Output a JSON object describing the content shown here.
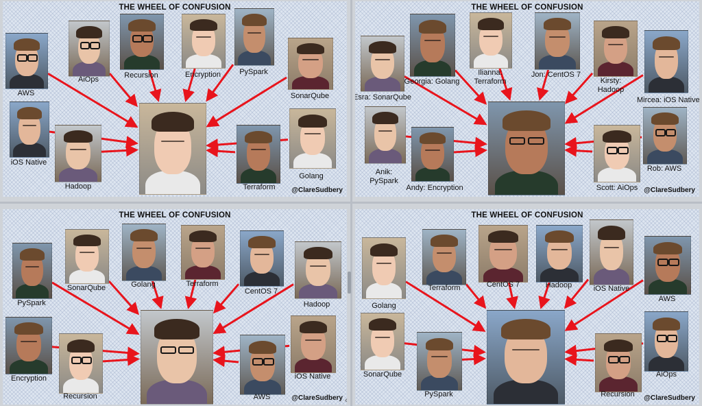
{
  "colors": {
    "arrow": "#e8141c",
    "skin_tones": [
      "#e3b79a",
      "#d4a085",
      "#c48e6d",
      "#f0cbb3",
      "#b67a5a",
      "#e9c4a8"
    ],
    "hair_tones": [
      "#2a1d16",
      "#6b4a2e",
      "#b48a52",
      "#d9c39a",
      "#3b2a1f",
      "#8a6a4a"
    ]
  },
  "panels": [
    {
      "title": "THE WHEEL OF CONFUSION",
      "credit": "@ClareSudbery",
      "people": [
        {
          "label": "AWS"
        },
        {
          "label": "AiOps"
        },
        {
          "label": "Recursion"
        },
        {
          "label": "Encryption"
        },
        {
          "label": "PySpark"
        },
        {
          "label": "SonarQube"
        },
        {
          "label": "iOS Native"
        },
        {
          "label": "Hadoop"
        },
        {
          "label": "Terraform"
        },
        {
          "label": "Golang"
        }
      ]
    },
    {
      "title": "THE WHEEL OF CONFUSION",
      "credit": "@ClareSudbery",
      "people": [
        {
          "label": "Esra: SonarQube"
        },
        {
          "label": "Georgia: Golang"
        },
        {
          "label": "Ilianna: Terraform"
        },
        {
          "label": "Jon: CentOS 7"
        },
        {
          "label": "Kirsty: Hadoop"
        },
        {
          "label": "Mircea: iOS Native"
        },
        {
          "label": "Anik: PySpark"
        },
        {
          "label": "Andy: Encryption"
        },
        {
          "label": "Scott: AiOps"
        },
        {
          "label": "Rob: AWS"
        }
      ]
    },
    {
      "title": "THE WHEEL OF CONFUSION",
      "credit": "@ClareSudbery",
      "people": [
        {
          "label": "PySpark"
        },
        {
          "label": "SonarQube"
        },
        {
          "label": "Golang"
        },
        {
          "label": "Terraform"
        },
        {
          "label": "CentOS 7"
        },
        {
          "label": "Hadoop"
        },
        {
          "label": "Encryption"
        },
        {
          "label": "Recursion"
        },
        {
          "label": "AWS"
        },
        {
          "label": "iOS Native"
        }
      ]
    },
    {
      "title": "THE WHEEL OF CONFUSION",
      "credit": "@ClareSudbery",
      "people": [
        {
          "label": "Golang"
        },
        {
          "label": "Terraform"
        },
        {
          "label": "CentOS 7"
        },
        {
          "label": "Hadoop"
        },
        {
          "label": "iOS Native"
        },
        {
          "label": "AWS"
        },
        {
          "label": "SonarQube"
        },
        {
          "label": "PySpark"
        },
        {
          "label": "Recursion"
        },
        {
          "label": "AiOps"
        }
      ]
    }
  ]
}
